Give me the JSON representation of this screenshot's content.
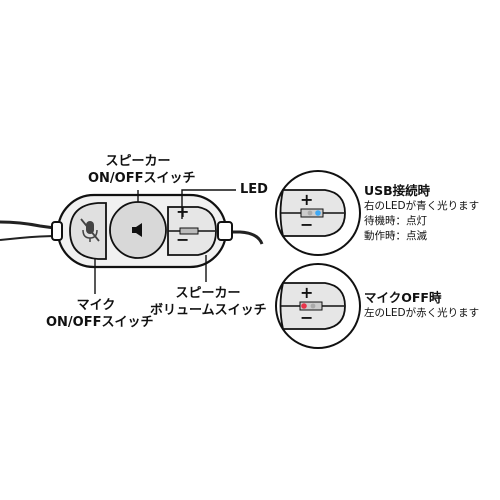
{
  "labels": {
    "speaker_switch": [
      "スピーカー",
      "ON/OFFスイッチ"
    ],
    "led": "LED",
    "mic_switch": [
      "マイク",
      "ON/OFFスイッチ"
    ],
    "volume_switch": [
      "スピーカー",
      "ボリュームスイッチ"
    ]
  },
  "usb_state": {
    "title": "USB接続時",
    "lines": [
      "右のLEDが青く光ります",
      "待機時：点灯",
      "動作時：点滅"
    ],
    "led_color": "#3fa9f5"
  },
  "mic_off_state": {
    "title": "マイクOFF時",
    "lines": [
      "左のLEDが赤く光ります"
    ],
    "led_color": "#e8344a"
  },
  "icons": {
    "mic_button": "mic-muted-icon",
    "speaker_button": "speaker-icon",
    "plus": "+",
    "minus": "−"
  }
}
